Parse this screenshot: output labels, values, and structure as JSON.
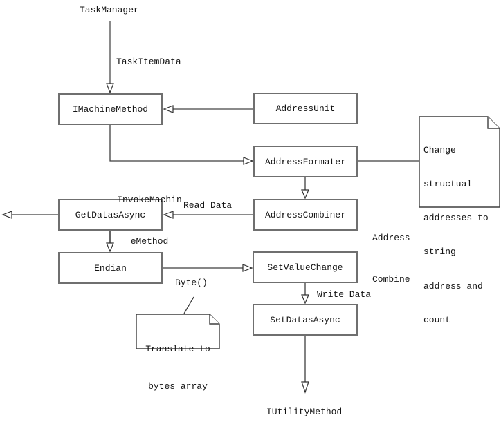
{
  "diagram_title": "machine method flow diagram",
  "colors": {
    "background": "#ffffff",
    "box_border": "#6f6f6f",
    "thin_line": "#3f3f3f",
    "thick_line": "#8a8a8a",
    "text": "#141414"
  },
  "nodes": {
    "task_manager": {
      "label": "TaskManager"
    },
    "imachine_method": {
      "label": "IMachineMethod"
    },
    "address_unit": {
      "label": "AddressUnit"
    },
    "address_formater": {
      "label": "AddressFormater"
    },
    "address_combiner": {
      "label": "AddressCombiner"
    },
    "get_datas_async": {
      "label": "GetDatasAsync"
    },
    "endian": {
      "label": "Endian"
    },
    "set_value_change": {
      "label": "SetValueChange"
    },
    "set_datas_async": {
      "label": "SetDatasAsync"
    },
    "iutility_method": {
      "label": "IUtilityMethod"
    }
  },
  "edge_labels": {
    "task_item_data": "TaskItemData",
    "invoke_machine_line1": "InvokeMachin",
    "invoke_machine_line2": "eMethod",
    "read_data": "Read Data",
    "address_combine_line1": "Address",
    "address_combine_line2": "Combine",
    "byte_call": "Byte()",
    "write_data": "Write Data"
  },
  "notes": {
    "change_structural": {
      "lines": [
        "Change",
        "structual",
        "addresses to",
        "string",
        "address and",
        "count"
      ]
    },
    "translate_bytes": {
      "lines": [
        "Translate to",
        "bytes array"
      ]
    }
  }
}
